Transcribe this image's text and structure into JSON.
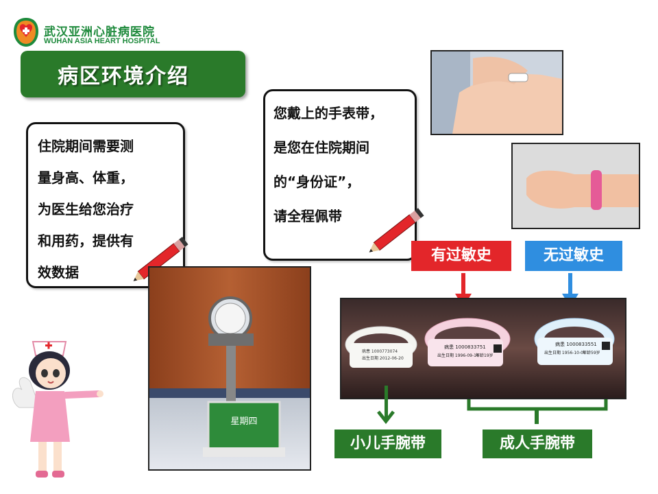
{
  "header": {
    "hospital_name_cn": "武汉亚洲心脏病医院",
    "hospital_name_en": "WUHAN ASIA HEART HOSPITAL"
  },
  "title": "病区环境介绍",
  "bubble_left": {
    "lines": [
      "住院期间需要测",
      "量身高、体重，",
      "为医生给您治疗",
      "和用药，提供有",
      "效数据"
    ]
  },
  "bubble_right": {
    "lines": [
      "您戴上的手表带，",
      "是您在住院期间",
      "的“身份证”，",
      "请全程佩带"
    ]
  },
  "labels": {
    "allergy": "有过敏史",
    "no_allergy": "无过敏史",
    "child_band": "小儿手腕带",
    "adult_band": "成人手腕带"
  },
  "scale_display": "星期四",
  "band_texts": {
    "child": {
      "name": "病患 1000773074",
      "dob": "出生日期 2012-06-20"
    },
    "adult_pink": {
      "name": "病患 1000833751",
      "dob": "出生日期 1996-09-16",
      "age": "年龄19岁"
    },
    "adult_blue": {
      "name": "病患 1000833551",
      "dob": "出生日期 1956-10-05",
      "age": "年龄59岁"
    }
  },
  "colors": {
    "brand_green": "#2a7a2a",
    "allergy_red": "#e3262a",
    "no_allergy_blue": "#2f8ee0"
  }
}
